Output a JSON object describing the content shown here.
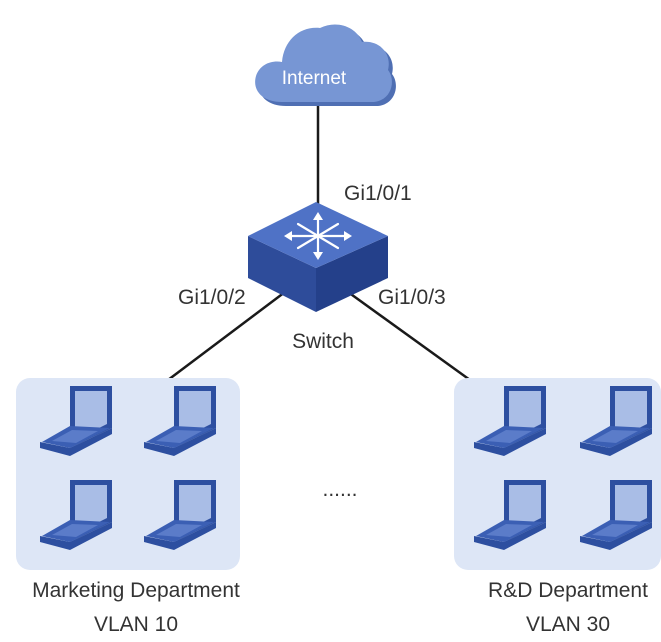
{
  "nodes": {
    "internet": {
      "label": "Internet"
    },
    "switch": {
      "label": "Switch"
    }
  },
  "ports": {
    "uplink": "Gi1/0/1",
    "left": "Gi1/0/2",
    "right": "Gi1/0/3"
  },
  "groups": [
    {
      "department": "Marketing Department",
      "vlan": "VLAN 10"
    },
    {
      "department": "R&D Department",
      "vlan": "VLAN 30"
    }
  ],
  "ellipsis": "......",
  "colors": {
    "cloud": "#6f8fd0",
    "cloud_shadow": "#4f6fb3",
    "group_bg": "#dde6f6",
    "laptop_screen": "#a9bde6",
    "laptop_frame": "#2d4fa0",
    "switch_top": "#4a6fc4",
    "switch_side": "#2e4c9a",
    "line": "#1a1a1a"
  }
}
